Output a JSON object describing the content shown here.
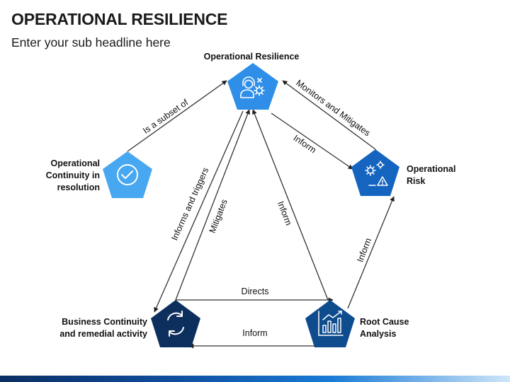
{
  "title": "OPERATIONAL RESILIENCE",
  "subtitle": "Enter your sub headline here",
  "nodes": {
    "resilience": {
      "label": [
        "Operational Resilience"
      ],
      "icon": "support-agent-settings-icon",
      "color": "#2f8fe8"
    },
    "risk": {
      "label": [
        "Operational",
        "Risk"
      ],
      "icon": "gears-warning-icon",
      "color": "#1565c0"
    },
    "continuity": {
      "label": [
        "Operational",
        "Continuity in",
        "resolution"
      ],
      "icon": "check-circle-icon",
      "color": "#47a7f0"
    },
    "bcp": {
      "label": [
        "Business Continuity",
        "and remedial activity"
      ],
      "icon": "cycle-arrows-icon",
      "color": "#0d2f5e"
    },
    "rca": {
      "label": [
        "Root Cause",
        "Analysis"
      ],
      "icon": "bar-chart-growth-icon",
      "color": "#0f4c8e"
    }
  },
  "edges": {
    "subset": "Is a subset of",
    "monitors": "Monitors and Mitigates",
    "inform_risk": "Inform",
    "informs_triggers": "Informs and triggers",
    "mitigates": "Mitigates",
    "inform_center": "Inform",
    "inform_rca_risk": "Inform",
    "directs": "Directs",
    "inform_bottom": "Inform"
  }
}
